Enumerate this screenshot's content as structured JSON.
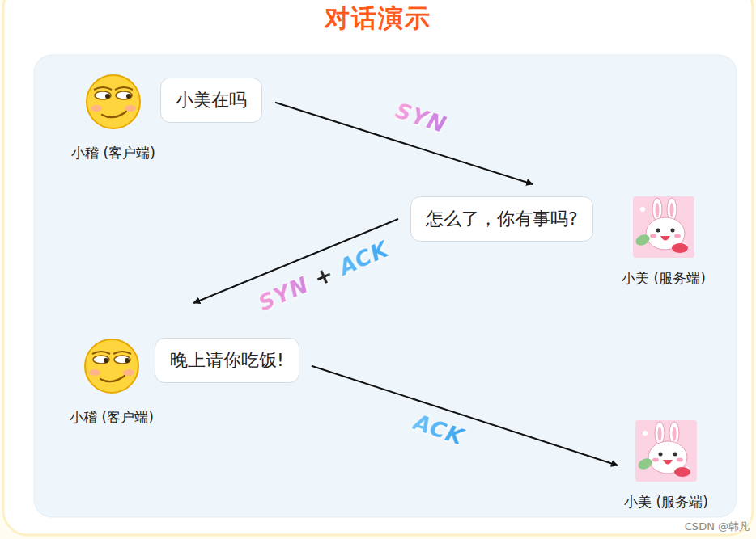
{
  "diagram": {
    "title": "对话演示",
    "nodes": [
      {
        "text": [
          "小稽 (客户端)"
        ]
      },
      {
        "text": [
          "小美在吗"
        ]
      },
      {
        "text": [
          "怎么了，你有事吗?"
        ]
      },
      {
        "text": [
          "小美 (服务端)"
        ]
      },
      {
        "text": [
          "小稽 (客户端)"
        ]
      },
      {
        "text": [
          "晚上请你吃饭!"
        ]
      },
      {
        "text": [
          "小美 (服务端)"
        ]
      }
    ],
    "edges": [
      {
        "from": 1,
        "to": 2,
        "arrow": "to",
        "label": "SYN"
      },
      {
        "from": 2,
        "to": 5,
        "arrow": "to",
        "label": "SYN + ACK"
      },
      {
        "from": 5,
        "to": 6,
        "arrow": "to",
        "label": "ACK"
      }
    ],
    "labels": [
      "CSDN @韩凡"
    ]
  }
}
